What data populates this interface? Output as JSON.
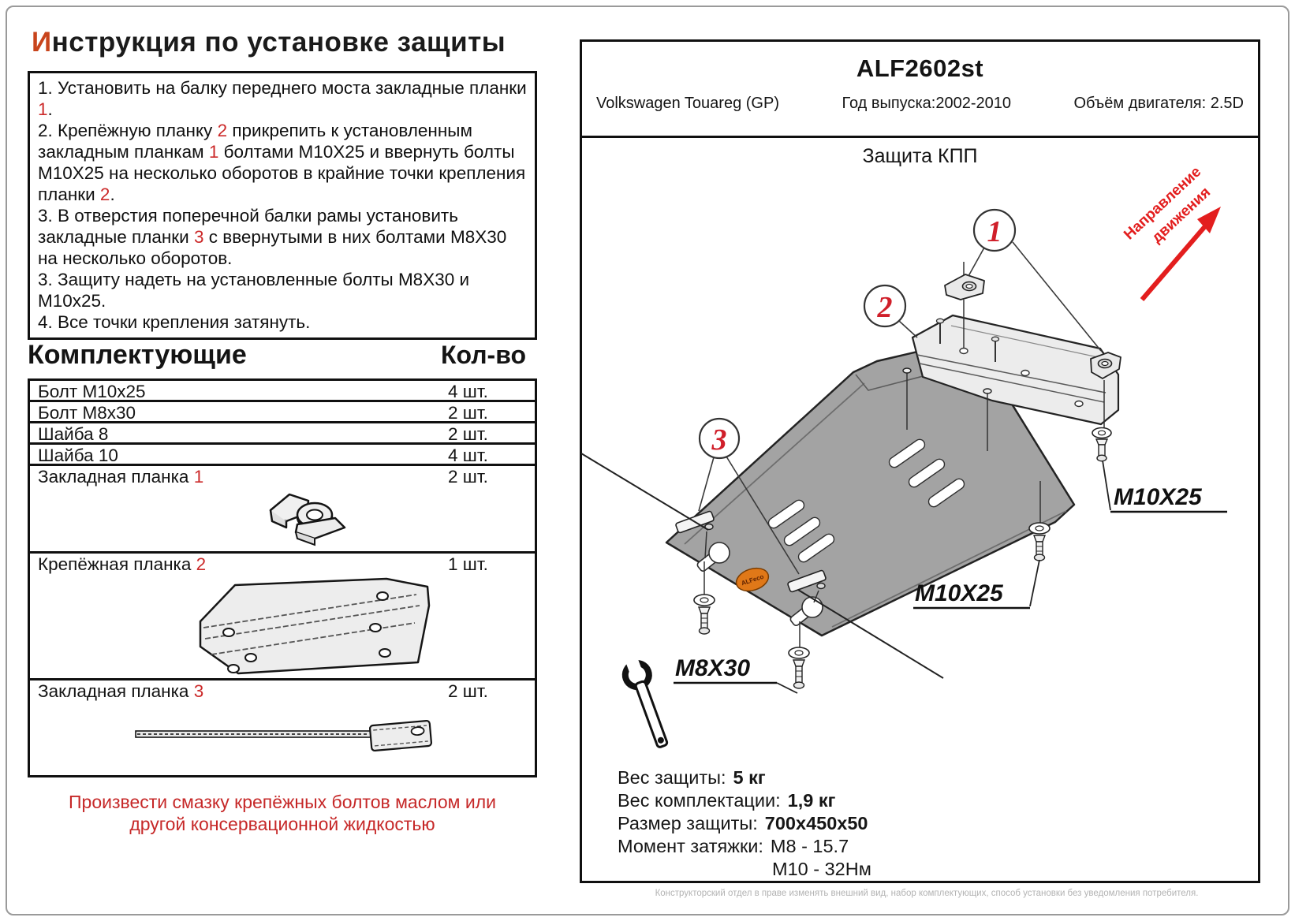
{
  "title": {
    "accent": "И",
    "rest": "нструкция по установке защиты"
  },
  "instructions": {
    "line1": [
      "1. Установить на балку переднего моста закладные планки ",
      "1",
      "."
    ],
    "line2": [
      "2. Крепёжную планку ",
      "2",
      " прикрепить к установленным закладным планкам ",
      "1",
      " болтами М10Х25 и ввернуть болты М10Х25 на несколько оборотов в крайние точки крепления планки ",
      "2",
      "."
    ],
    "line3": [
      "3. В отверстия поперечной балки рамы установить закладные планки ",
      "3",
      " с ввернутыми в них болтами М8Х30 на несколько оборотов."
    ],
    "line4": [
      "3. Защиту надеть на установленные болты М8Х30 и М10х25."
    ],
    "line5": [
      "4. Все точки крепления затянуть."
    ]
  },
  "components": {
    "title": "Комплектующие",
    "qty_title": "Кол-во",
    "rows": [
      {
        "name": "Болт М10х25",
        "qty": "4 шт."
      },
      {
        "name": "Болт М8х30",
        "qty": "2 шт."
      },
      {
        "name": "Шайба 8",
        "qty": "2 шт."
      },
      {
        "name": "Шайба 10",
        "qty": "4 шт."
      },
      {
        "name": "Закладная планка ",
        "num": "1",
        "qty": "2 шт."
      },
      {
        "name": "Крепёжная планка ",
        "num": "2",
        "qty": "1 шт."
      },
      {
        "name": "Закладная планка ",
        "num": "3",
        "qty": "2 шт."
      }
    ]
  },
  "grease_note": [
    "Произвести смазку крепёжных болтов маслом или",
    "другой консервационной жидкостью"
  ],
  "panel": {
    "code": "ALF2602st",
    "vehicle": "Volkswagen Touareg (GP)",
    "years": "Год выпуска:2002-2010",
    "engine": "Объём двигателя: 2.5D",
    "diagram_title": "Защита КПП"
  },
  "diagram": {
    "direction": [
      "Направление",
      "движения"
    ],
    "callouts": [
      "1",
      "2",
      "3"
    ],
    "labels": {
      "m10_right": "М10Х25",
      "m10_mid": "М10Х25",
      "m8": "М8Х30"
    },
    "logo": "ALFeco"
  },
  "specs": {
    "weight_label": "Вес защиты:",
    "weight_value": "5 кг",
    "kit_weight_label": "Вес комплектации:",
    "kit_weight_value": "1,9 кг",
    "size_label": "Размер защиты:",
    "size_value": "700х450х50",
    "torque_label": "Момент затяжки:",
    "torque_m8": "М8 - 15.7",
    "torque_m10": "М10 - 32Нм"
  },
  "footer": "Конструкторский отдел в праве изменять внешний вид, набор комплектующих, способ установки без уведомления потребителя.",
  "colors": {
    "accent_red": "#cc2a2a",
    "title_accent": "#c8441c",
    "logo_orange": "#e07818",
    "arrow_red": "#e31e1e"
  }
}
